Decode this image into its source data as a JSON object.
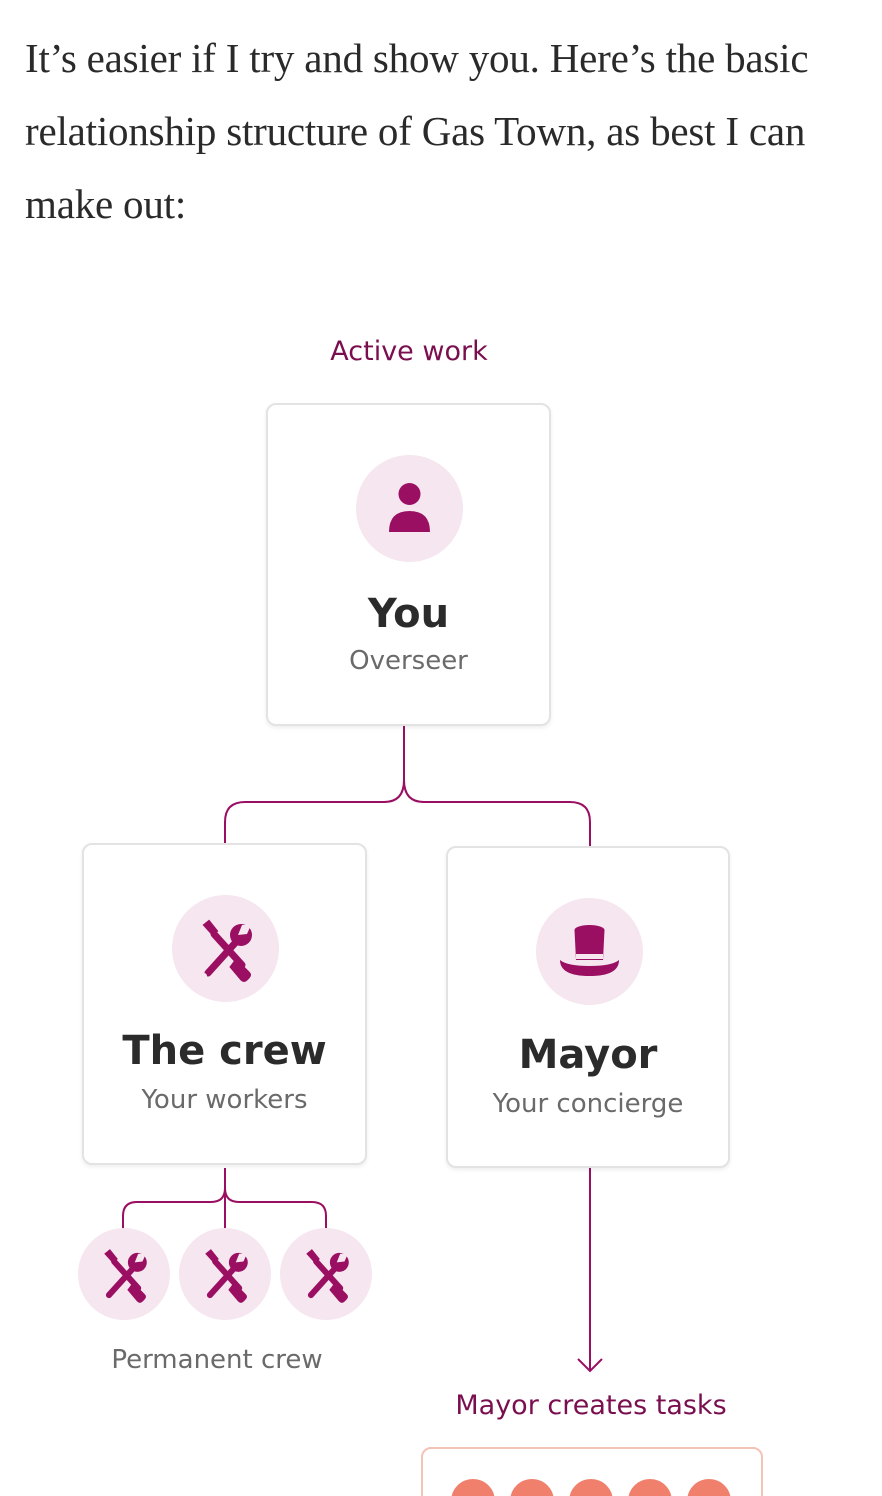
{
  "intro": {
    "text": "It’s easier if I try and show you. Here’s the basic relationship structure of Gas Town, as best I can make out:"
  },
  "diagram": {
    "active_work_label": "Active work",
    "you": {
      "title": "You",
      "subtitle": "Overseer",
      "icon": "person-icon"
    },
    "crew": {
      "title": "The crew",
      "subtitle": "Your workers",
      "icon": "tools-icon"
    },
    "mayor": {
      "title": "Mayor",
      "subtitle": "Your concierge",
      "icon": "top-hat-icon"
    },
    "permanent_crew_label": "Permanent crew",
    "mayor_tasks_label": "Mayor creates tasks",
    "task_count_visible": 5
  },
  "colors": {
    "accent": "#9a0f62",
    "label": "#7a0f4f",
    "icon_bg": "#f5e6ef",
    "task_dot": "#f0806c",
    "task_border": "#f3c3b7"
  }
}
